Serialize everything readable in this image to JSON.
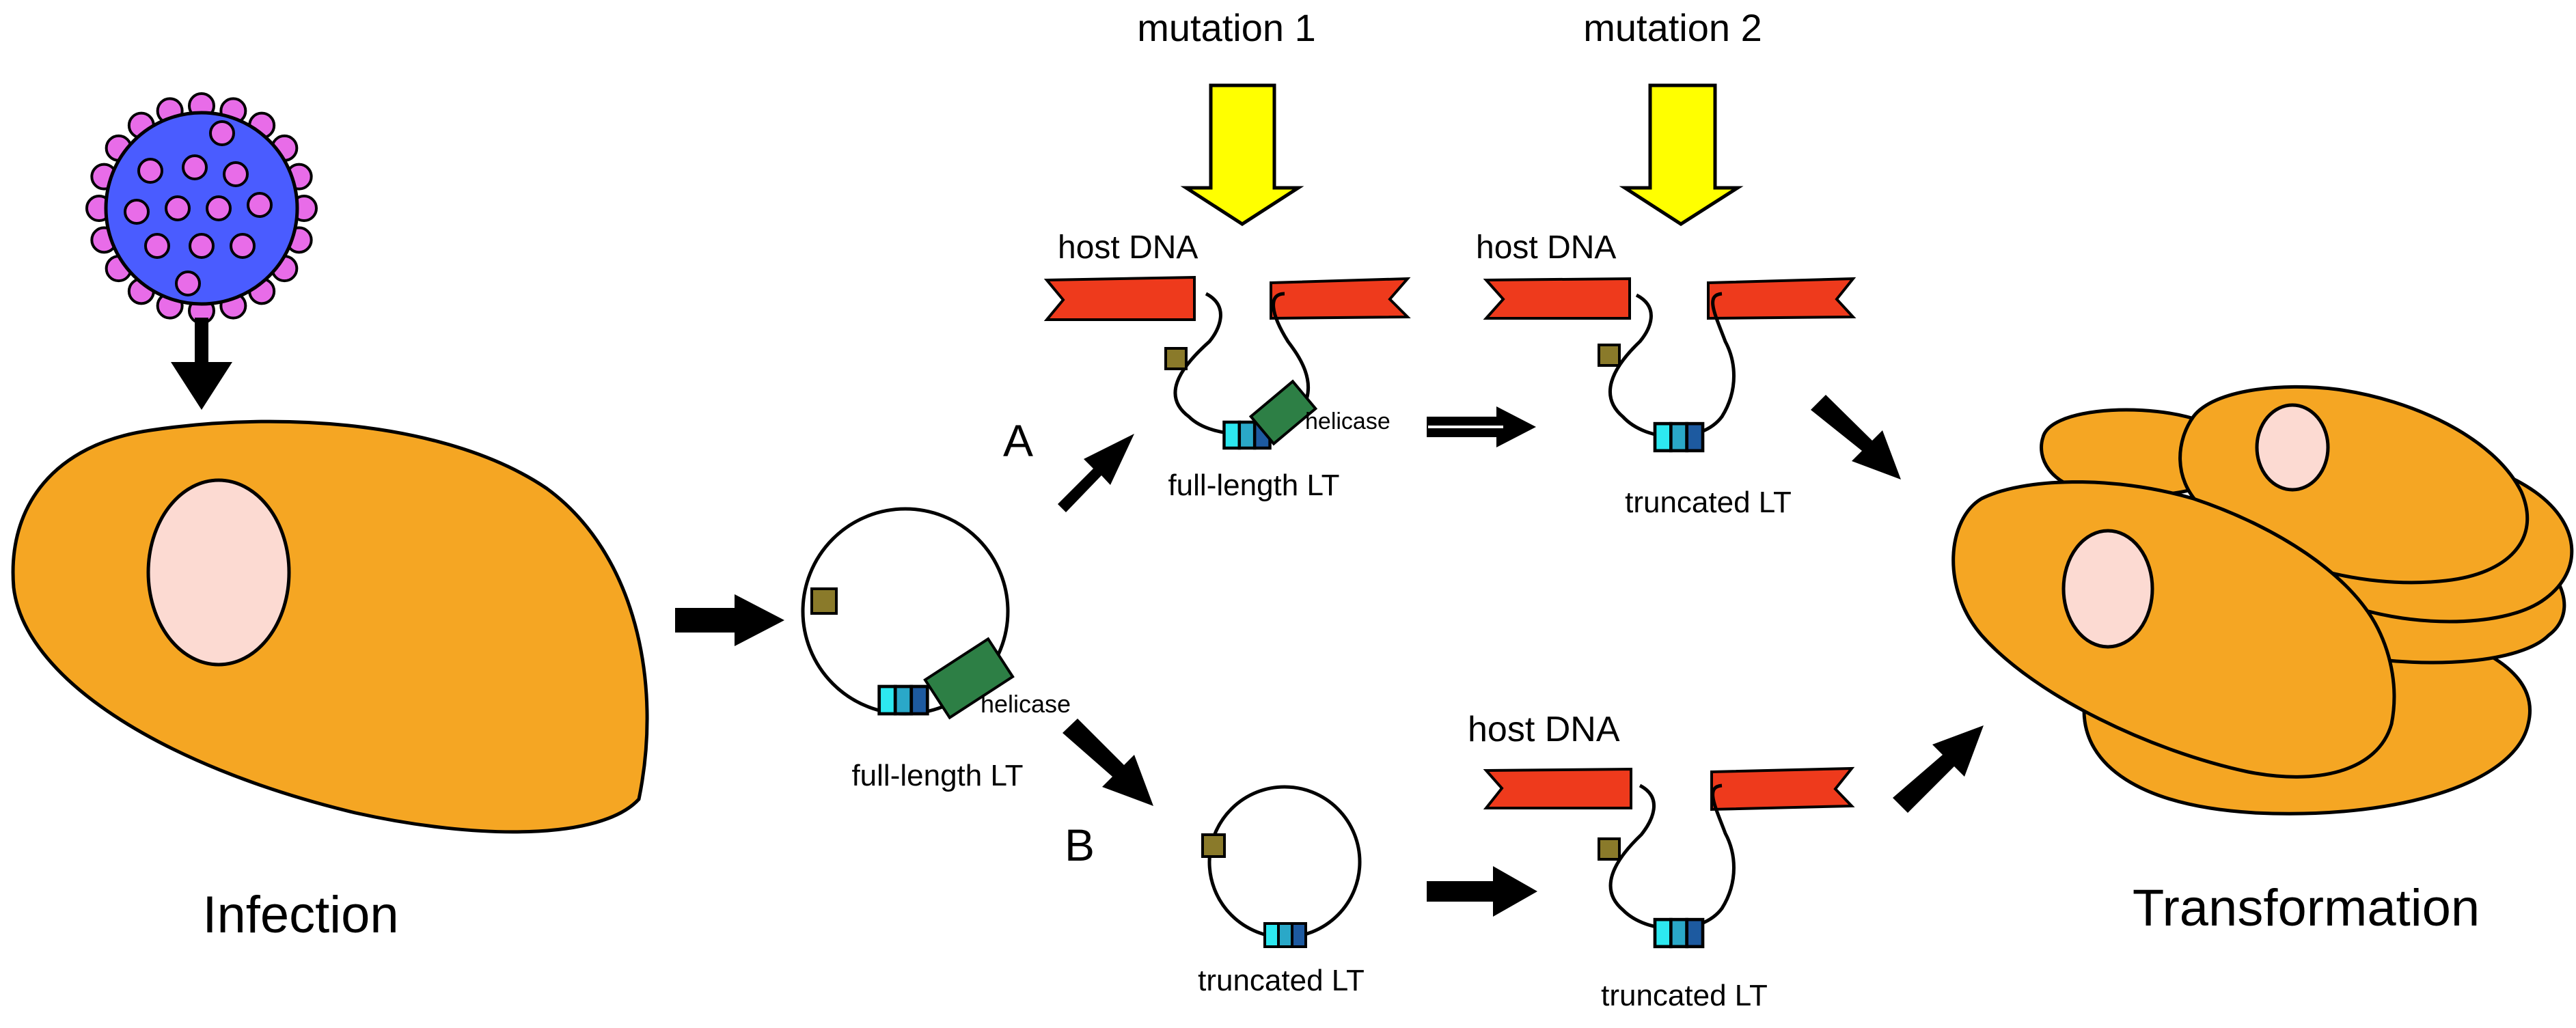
{
  "labels": {
    "infection": "Infection",
    "transformation": "Transformation",
    "mutation_1": "mutation 1",
    "mutation_2": "mutation 2",
    "path_a": "A",
    "path_b": "B",
    "host_dna_a1": "host DNA",
    "host_dna_a2": "host DNA",
    "host_dna_b": "host DNA",
    "helicase_center": "helicase",
    "helicase_a1": "helicase",
    "full_length_lt_center": "full-length LT",
    "full_length_lt_a1": "full-length LT",
    "truncated_lt_a2": "truncated LT",
    "truncated_lt_b1": "truncated LT",
    "truncated_lt_b2": "truncated LT"
  },
  "colors": {
    "virus_capsid": "#4a5cff",
    "virus_spike": "#e86ce8",
    "cell_body": "#f5a623",
    "nucleus": "#fcdad2",
    "host_dna": "#ee3a1c",
    "mutation_arrow": "#ffff00",
    "helicase_domain": "#2d7f45",
    "origin_box": "#8a7a2a",
    "lt_dark": "#1d5aa0",
    "lt_mid": "#2aa8c8",
    "lt_light": "#2de8f0"
  },
  "icons": {
    "process_arrow": "thick-black-arrow",
    "mutation_arrow": "yellow-down-arrow"
  }
}
